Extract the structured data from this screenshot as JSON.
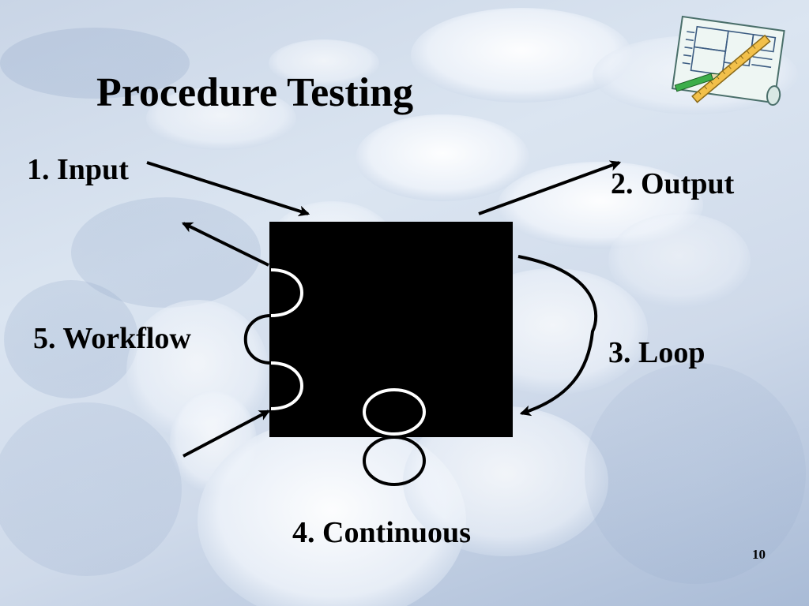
{
  "slide": {
    "title": "Procedure Testing",
    "page_number": "10"
  },
  "diagram": {
    "labels": {
      "input": "1. Input",
      "output": "2. Output",
      "loop": "3. Loop",
      "continuous": "4. Continuous",
      "workflow": "5. Workflow"
    },
    "box_color": "#000000",
    "arrow_color": "#000000"
  },
  "decorations": {
    "clipart_icon": "blueprint-with-pencil-and-ruler-icon",
    "background": "light-blue-abstract-discs"
  }
}
